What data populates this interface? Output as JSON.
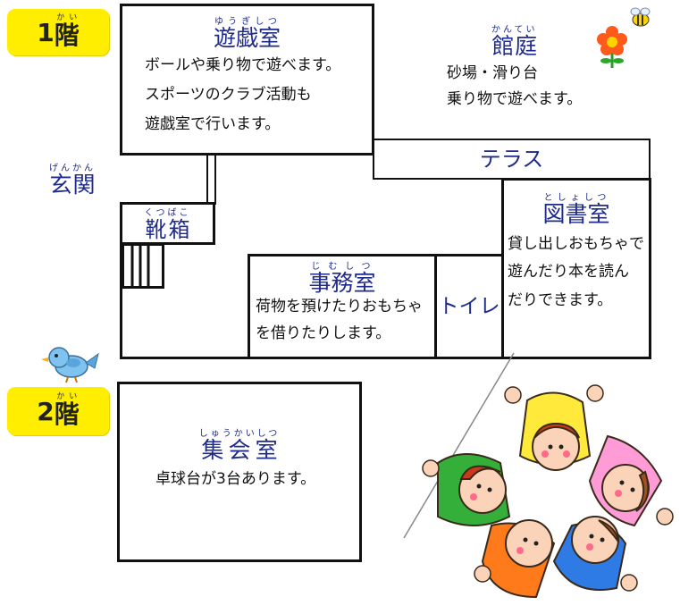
{
  "floors": {
    "first": {
      "kanji": "階",
      "num": "1",
      "ruby": "かい"
    },
    "second": {
      "kanji": "階",
      "num": "2",
      "ruby": "かい"
    }
  },
  "rooms": {
    "yugishitsu": {
      "title": "遊戯室",
      "title_ruby": "ゆうぎしつ",
      "lines": [
        "ボールや乗り物で遊べます。",
        "スポーツのクラブ活動も",
        "遊戯室で行います。"
      ]
    },
    "kantei": {
      "title": "館庭",
      "title_ruby": "かんてい",
      "lines": [
        "砂場・滑り台",
        "乗り物で遊べます。"
      ]
    },
    "terrace": {
      "title": "テラス"
    },
    "genkan": {
      "title": "玄関",
      "title_ruby": "げんかん"
    },
    "kutsubako": {
      "title": "靴箱",
      "title_ruby": "くつばこ"
    },
    "toshoshitsu": {
      "title": "図書室",
      "title_ruby": "としょしつ",
      "lines": [
        "貸し出しおもちゃで",
        "遊んだり本を読ん",
        "だりできます。"
      ]
    },
    "jimushitsu": {
      "title": "事務室",
      "title_ruby": "じむしつ",
      "lines": [
        "荷物を預けたりおもちゃ",
        "を借りたりします。"
      ]
    },
    "toilet": {
      "title": "トイレ"
    },
    "shukaishitsu": {
      "title": "集会室",
      "title_ruby": "しゅうかいしつ",
      "lines": [
        "卓球台が3台あります。"
      ]
    }
  },
  "colors": {
    "title_blue": "#1f2b8c",
    "badge_yellow": "#ffee00",
    "wall": "#111111"
  },
  "icons": [
    "flower-bee-icon",
    "bluebird-icon",
    "children-circle-illustration"
  ]
}
